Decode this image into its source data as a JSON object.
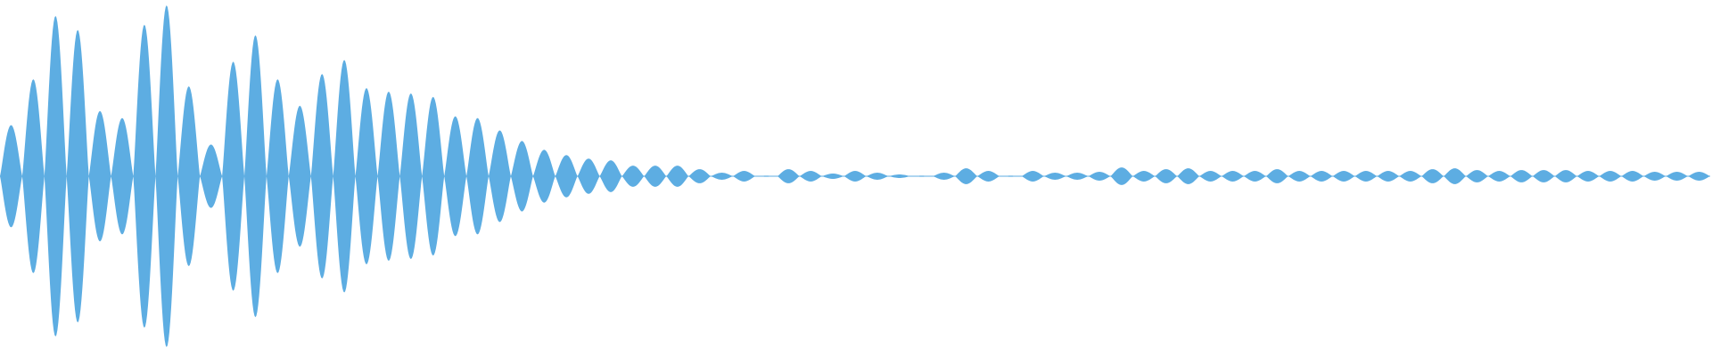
{
  "waveform": {
    "color": "#5dade2",
    "background": "#ffffff",
    "lobe_amplitudes": [
      0.29,
      0.55,
      0.91,
      0.83,
      0.37,
      0.33,
      0.86,
      0.97,
      0.51,
      0.18,
      0.65,
      0.8,
      0.55,
      0.4,
      0.58,
      0.66,
      0.5,
      0.48,
      0.47,
      0.45,
      0.34,
      0.33,
      0.26,
      0.2,
      0.15,
      0.12,
      0.1,
      0.09,
      0.06,
      0.06,
      0.06,
      0.04,
      0.02,
      0.03,
      0.0,
      0.04,
      0.03,
      0.015,
      0.03,
      0.02,
      0.01,
      0.0,
      0.02,
      0.045,
      0.03,
      0.0,
      0.03,
      0.02,
      0.02,
      0.025,
      0.05,
      0.03,
      0.04,
      0.045,
      0.03,
      0.03,
      0.03,
      0.04,
      0.03,
      0.03,
      0.03,
      0.03,
      0.03,
      0.03,
      0.04,
      0.045,
      0.035,
      0.03,
      0.035,
      0.035,
      0.035,
      0.03,
      0.03,
      0.03,
      0.025,
      0.025,
      0.025
    ]
  }
}
